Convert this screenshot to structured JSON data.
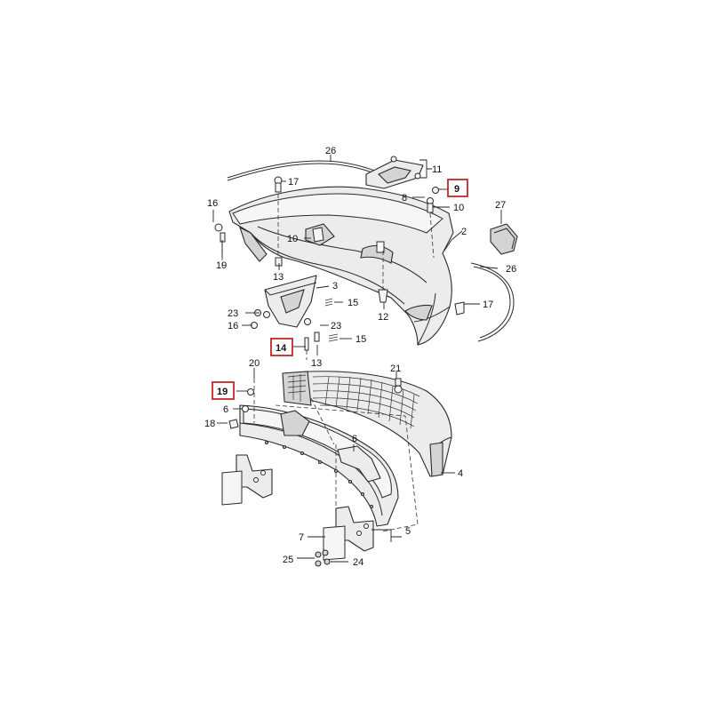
{
  "callouts": [
    {
      "id": "c26a",
      "text": "26",
      "highlight": false
    },
    {
      "id": "c11",
      "text": "11",
      "highlight": false
    },
    {
      "id": "c17a",
      "text": "17",
      "highlight": false
    },
    {
      "id": "c9",
      "text": "9",
      "highlight": true
    },
    {
      "id": "c8",
      "text": "8",
      "highlight": false
    },
    {
      "id": "c10a",
      "text": "10",
      "highlight": false
    },
    {
      "id": "c16a",
      "text": "16",
      "highlight": false
    },
    {
      "id": "c27",
      "text": "27",
      "highlight": false
    },
    {
      "id": "c10b",
      "text": "10",
      "highlight": false
    },
    {
      "id": "c2",
      "text": "2",
      "highlight": false
    },
    {
      "id": "c19a",
      "text": "19",
      "highlight": false
    },
    {
      "id": "c26b",
      "text": "26",
      "highlight": false
    },
    {
      "id": "c13a",
      "text": "13",
      "highlight": false
    },
    {
      "id": "c3",
      "text": "3",
      "highlight": false
    },
    {
      "id": "c15a",
      "text": "15",
      "highlight": false
    },
    {
      "id": "c17b",
      "text": "17",
      "highlight": false
    },
    {
      "id": "c23a",
      "text": "23",
      "highlight": false
    },
    {
      "id": "c12",
      "text": "12",
      "highlight": false
    },
    {
      "id": "c16b",
      "text": "16",
      "highlight": false
    },
    {
      "id": "c23b",
      "text": "23",
      "highlight": false
    },
    {
      "id": "c15b",
      "text": "15",
      "highlight": false
    },
    {
      "id": "c14",
      "text": "14",
      "highlight": true
    },
    {
      "id": "c13b",
      "text": "13",
      "highlight": false
    },
    {
      "id": "c20",
      "text": "20",
      "highlight": false
    },
    {
      "id": "c21",
      "text": "21",
      "highlight": false
    },
    {
      "id": "c19b",
      "text": "19",
      "highlight": true
    },
    {
      "id": "c6a",
      "text": "6",
      "highlight": false
    },
    {
      "id": "c18",
      "text": "18",
      "highlight": false
    },
    {
      "id": "c6b",
      "text": "6",
      "highlight": false
    },
    {
      "id": "c4",
      "text": "4",
      "highlight": false
    },
    {
      "id": "c7",
      "text": "7",
      "highlight": false
    },
    {
      "id": "c5",
      "text": "5",
      "highlight": false
    },
    {
      "id": "c25",
      "text": "25",
      "highlight": false
    },
    {
      "id": "c24",
      "text": "24",
      "highlight": false
    }
  ],
  "colors": {
    "line": "#2a2a2a",
    "highlight_box": "#c0282a",
    "part_fill": "#ececec"
  }
}
